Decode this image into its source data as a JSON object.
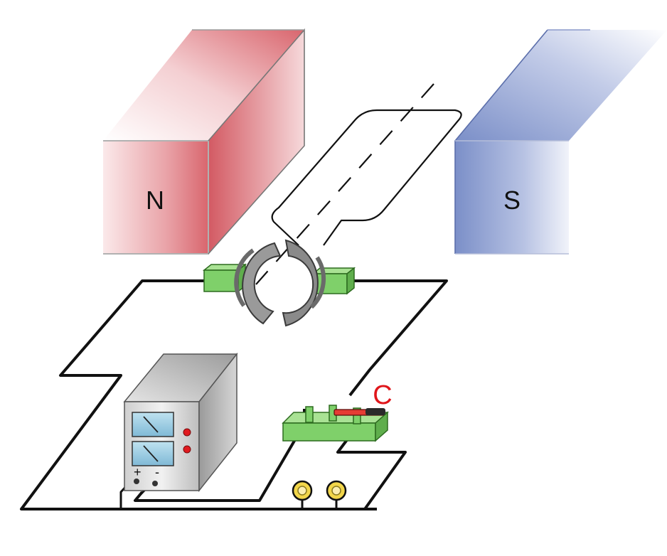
{
  "magnets": {
    "north_label": "N",
    "south_label": "S",
    "north_color": "#d9666e",
    "south_color": "#7b8fc8"
  },
  "switch_label": "C",
  "power_supply": {
    "plus_label": "+",
    "minus_label": "-"
  },
  "colors": {
    "wire": "#111111",
    "brush_green": "#7fd06a",
    "commutator_gray": "#8f8f8f",
    "label_red": "#e0161b",
    "terminal_yellow": "#f2d64a"
  }
}
